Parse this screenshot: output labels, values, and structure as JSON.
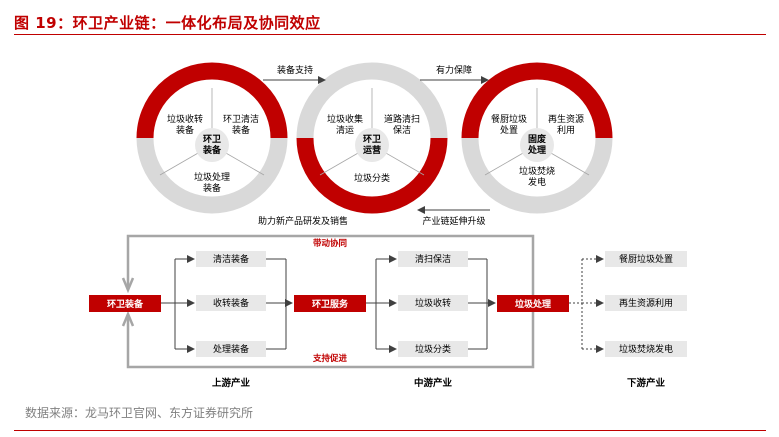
{
  "title": "图 19：环卫产业链：一体化布局及协同效应",
  "source": "数据来源：龙马环卫官网、东方证券研究所",
  "colors": {
    "accent": "#c00000",
    "ring_gray": "#d9d9d9",
    "box_fill": "#e8e8e8",
    "arrow": "#404040",
    "frame": "#a6a6a6"
  },
  "circles": [
    {
      "center": [
        "环卫",
        "装备"
      ],
      "segments": [
        [
          "垃圾收转",
          "装备"
        ],
        [
          "环卫清洁",
          "装备"
        ],
        [
          "垃圾处理",
          "装备"
        ]
      ]
    },
    {
      "center": [
        "环卫",
        "运营"
      ],
      "segments": [
        [
          "垃圾收集",
          "清运"
        ],
        [
          "道路清扫",
          "保洁"
        ],
        [
          "垃圾分类"
        ]
      ]
    },
    {
      "center": [
        "固废",
        "处理"
      ],
      "segments": [
        [
          "餐厨垃圾",
          "处置"
        ],
        [
          "再生资源",
          "利用"
        ],
        [
          "垃圾焚烧",
          "发电"
        ]
      ]
    }
  ],
  "links": {
    "support_text": "装备支持",
    "guarantee_text": "有力保障",
    "upgrade_text": "产业链延伸升级",
    "product_text": "助力新产品研发及销售"
  },
  "flow": {
    "drive_label": "带动协同",
    "promote_label": "支持促进",
    "main_nodes": [
      "环卫装备",
      "环卫服务",
      "垃圾处理"
    ],
    "upstream_items": [
      "清洁装备",
      "收转装备",
      "处理装备"
    ],
    "midstream_items": [
      "清扫保洁",
      "垃圾收转",
      "垃圾分类"
    ],
    "downstream_items": [
      "餐厨垃圾处置",
      "再生资源利用",
      "垃圾焚烧发电"
    ]
  },
  "sections": [
    "上游产业",
    "中游产业",
    "下游产业"
  ]
}
